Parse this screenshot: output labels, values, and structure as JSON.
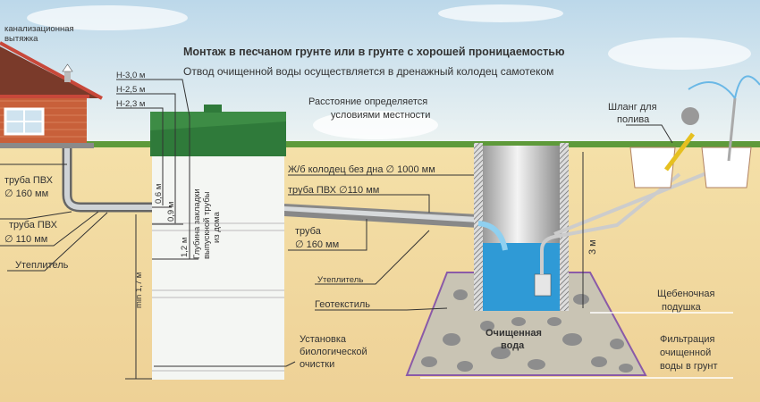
{
  "title": "Монтаж  в песчаном грунте или в грунте с хорошей проницаемостью",
  "subtitle": "Отвод очищенной воды осуществляется в дренажный колодец самотеком",
  "labels": {
    "vent": [
      "канализационная",
      "вытяжка"
    ],
    "pipe_pvc_160": [
      "труба ПВХ",
      "∅ 160 мм"
    ],
    "pipe_pvc_110": [
      "труба ПВХ",
      "∅ 110 мм"
    ],
    "insulation_left": "Утеплитель",
    "depth_marks": [
      "Н-3,0 м",
      "Н-2,5 м",
      "Н-2,3 м"
    ],
    "depth_values": [
      "0,6 м",
      "0,9 м",
      "1,2 м"
    ],
    "pipe_depth": [
      "Глубина закладки",
      "выпускной трубы",
      "из дома"
    ],
    "min_depth": "min 1,7 м",
    "distance": [
      "Расстояние определяется",
      "условиями местности"
    ],
    "well": "Ж/б колодец без дна ∅ 1000 мм",
    "pipe_out_110": "труба  ПВХ ∅110 мм",
    "pipe_out_160": [
      "труба",
      "∅ 160 мм"
    ],
    "insulation_right": "Утеплитель",
    "geotextile": "Геотекстиль",
    "unit": [
      "Установка",
      "биологической",
      "очистки"
    ],
    "hose": [
      "Шланг для",
      "полива"
    ],
    "well_depth": "3 м",
    "gravel": [
      "Щебеночная",
      "подушка"
    ],
    "filtration": [
      "Фильтрация",
      "очищенной",
      "воды в грунт"
    ],
    "clean_water": [
      "Очищенная",
      "вода"
    ]
  },
  "colors": {
    "sky": "#cfe3ef",
    "sand": "#f1d9a0",
    "tank_lid": "#2f7a3a",
    "water": "#2f9ad6",
    "brick": "#c8603a",
    "gravel_border": "#8a5aa8"
  }
}
